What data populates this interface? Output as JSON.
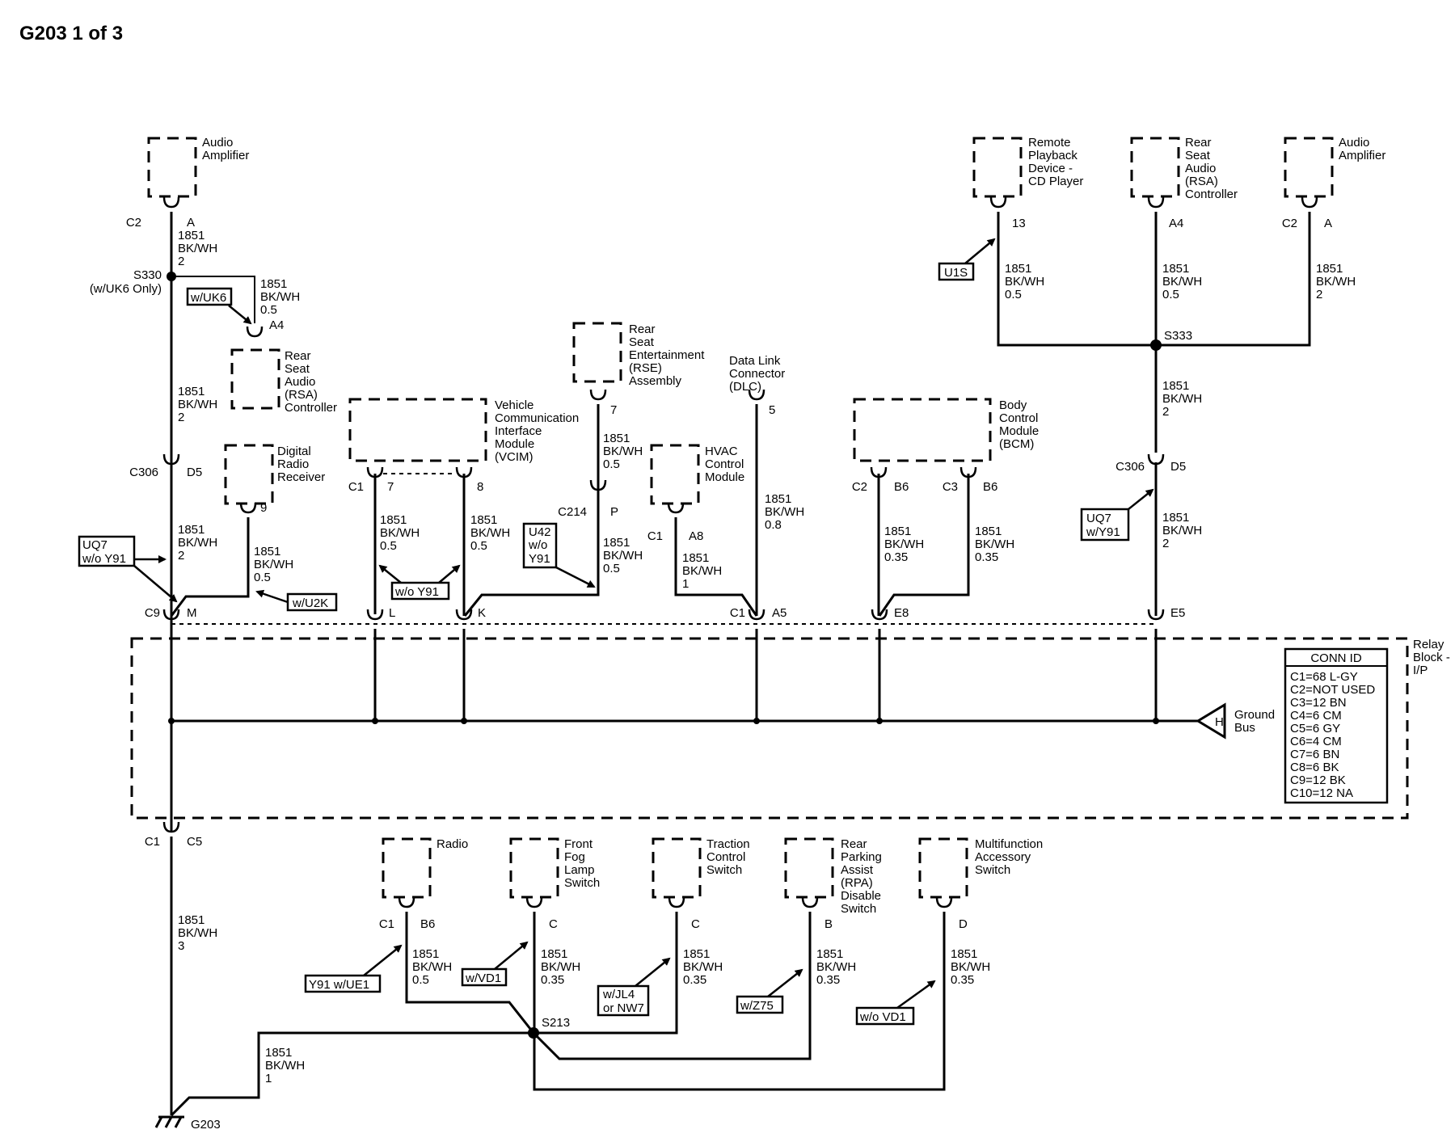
{
  "title": "G203 1 of 3",
  "components": {
    "audio_amp_left": [
      "Audio",
      "Amplifier"
    ],
    "rsa_left": [
      "Rear",
      "Seat",
      "Audio",
      "(RSA)",
      "Controller"
    ],
    "digital_radio": [
      "Digital",
      "Radio",
      "Receiver"
    ],
    "vcim": [
      "Vehicle",
      "Communication",
      "Interface",
      "Module",
      "(VCIM)"
    ],
    "rse": [
      "Rear",
      "Seat",
      "Entertainment",
      "(RSE)",
      "Assembly"
    ],
    "hvac": [
      "HVAC",
      "Control",
      "Module"
    ],
    "dlc": [
      "Data Link",
      "Connector",
      "(DLC)"
    ],
    "bcm": [
      "Body",
      "Control",
      "Module",
      "(BCM)"
    ],
    "remote_cd": [
      "Remote",
      "Playback",
      "Device -",
      "CD Player"
    ],
    "rsa_right": [
      "Rear",
      "Seat",
      "Audio",
      "(RSA)",
      "Controller"
    ],
    "audio_amp_right": [
      "Audio",
      "Amplifier"
    ],
    "relay_block": [
      "Relay",
      "Block -",
      "I/P"
    ],
    "ground_bus": [
      "Ground",
      "Bus"
    ],
    "radio": [
      "Radio"
    ],
    "front_fog": [
      "Front",
      "Fog",
      "Lamp",
      "Switch"
    ],
    "traction": [
      "Traction",
      "Control",
      "Switch"
    ],
    "rpa": [
      "Rear",
      "Parking",
      "Assist",
      "(RPA)",
      "Disable",
      "Switch"
    ],
    "multifunction": [
      "Multifunction",
      "Accessory",
      "Switch"
    ]
  },
  "wires": {
    "w2": [
      "1851",
      "BK/WH",
      "2"
    ],
    "w05": [
      "1851",
      "BK/WH",
      "0.5"
    ],
    "w08": [
      "1851",
      "BK/WH",
      "0.8"
    ],
    "w035": [
      "1851",
      "BK/WH",
      "0.35"
    ],
    "w1": [
      "1851",
      "BK/WH",
      "1"
    ],
    "w3": [
      "1851",
      "BK/WH",
      "3"
    ]
  },
  "pins": {
    "c2": "C2",
    "a": "A",
    "s330": "S330",
    "only_uk6": "(w/UK6 Only)",
    "a4": "A4",
    "c306": "C306",
    "d5": "D5",
    "n9": "9",
    "c1": "C1",
    "n7": "7",
    "n8": "8",
    "c214": "C214",
    "p": "P",
    "a8": "A8",
    "n5": "5",
    "b6": "B6",
    "c3": "C3",
    "n13": "13",
    "s333": "S333",
    "c9": "C9",
    "m": "M",
    "l": "L",
    "k": "K",
    "a5": "A5",
    "e8": "E8",
    "e5": "E5",
    "h": "H",
    "c5": "C5",
    "c": "C",
    "b": "B",
    "d": "D",
    "s213": "S213",
    "g203": "G203"
  },
  "options": {
    "uk6": "w/UK6",
    "uq7_wo_y91": [
      "UQ7",
      "w/o Y91"
    ],
    "u2k": "w/U2K",
    "wo_y91": "w/o Y91",
    "u42": [
      "U42",
      "w/o",
      "Y91"
    ],
    "u1s": "U1S",
    "uq7_w_y91": [
      "UQ7",
      "w/Y91"
    ],
    "y91_ue1": "Y91 w/UE1",
    "vd1": "w/VD1",
    "jl4": [
      "w/JL4",
      "or NW7"
    ],
    "z75": "w/Z75",
    "wo_vd1": "w/o VD1"
  },
  "conn_id": {
    "header": "CONN ID",
    "rows": [
      "C1=68 L-GY",
      "C2=NOT USED",
      "C3=12 BN",
      "C4=6 CM",
      "C5=6 GY",
      "C6=4 CM",
      "C7=6 BN",
      "C8=6 BK",
      "C9=12 BK",
      "C10=12 NA"
    ]
  }
}
